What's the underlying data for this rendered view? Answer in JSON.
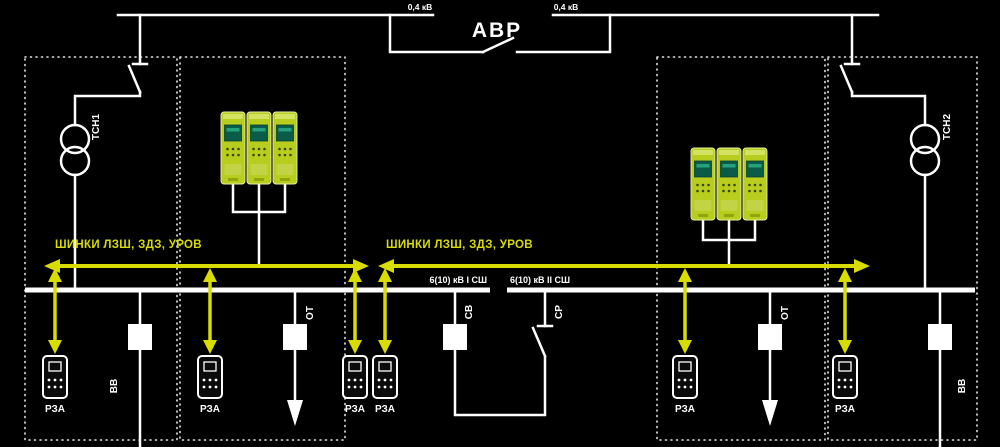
{
  "colors": {
    "background": "#000000",
    "line": "#ffffff",
    "signal_yellow": "#d8dc00",
    "device_green": "#b8cd1d",
    "device_screen": "#0b5b49"
  },
  "top_section": {
    "title": "АВР",
    "voltage_left": "0,4 кВ",
    "voltage_right": "0,4 кВ"
  },
  "signal_buses": {
    "left_label": "ШИНКИ ЛЗШ, ЗДЗ, УРОВ",
    "right_label": "ШИНКИ ЛЗШ, ЗДЗ, УРОВ"
  },
  "main_buses": {
    "bus1_label": "6(10) кВ I СШ",
    "bus2_label": "6(10) кВ II СШ"
  },
  "equipment": {
    "transformer1": "ТСН1",
    "transformer2": "ТСН2",
    "incoming_left": "ВВ",
    "incoming_right": "ВВ",
    "outgoing_left": "ОТ",
    "outgoing_right": "ОТ",
    "section_breaker": "СВ",
    "section_disconnector": "СР"
  },
  "rza_labels": [
    "РЗА",
    "РЗА",
    "РЗА",
    "РЗА",
    "РЗА",
    "РЗА"
  ],
  "icons": [
    "transformer-icon",
    "disconnector-icon",
    "breaker-square-icon",
    "avr-tie-switch-icon",
    "protection-ied-icon",
    "rza-device-icon",
    "signal-arrow-icon",
    "outgoing-feeder-arrow-icon"
  ]
}
